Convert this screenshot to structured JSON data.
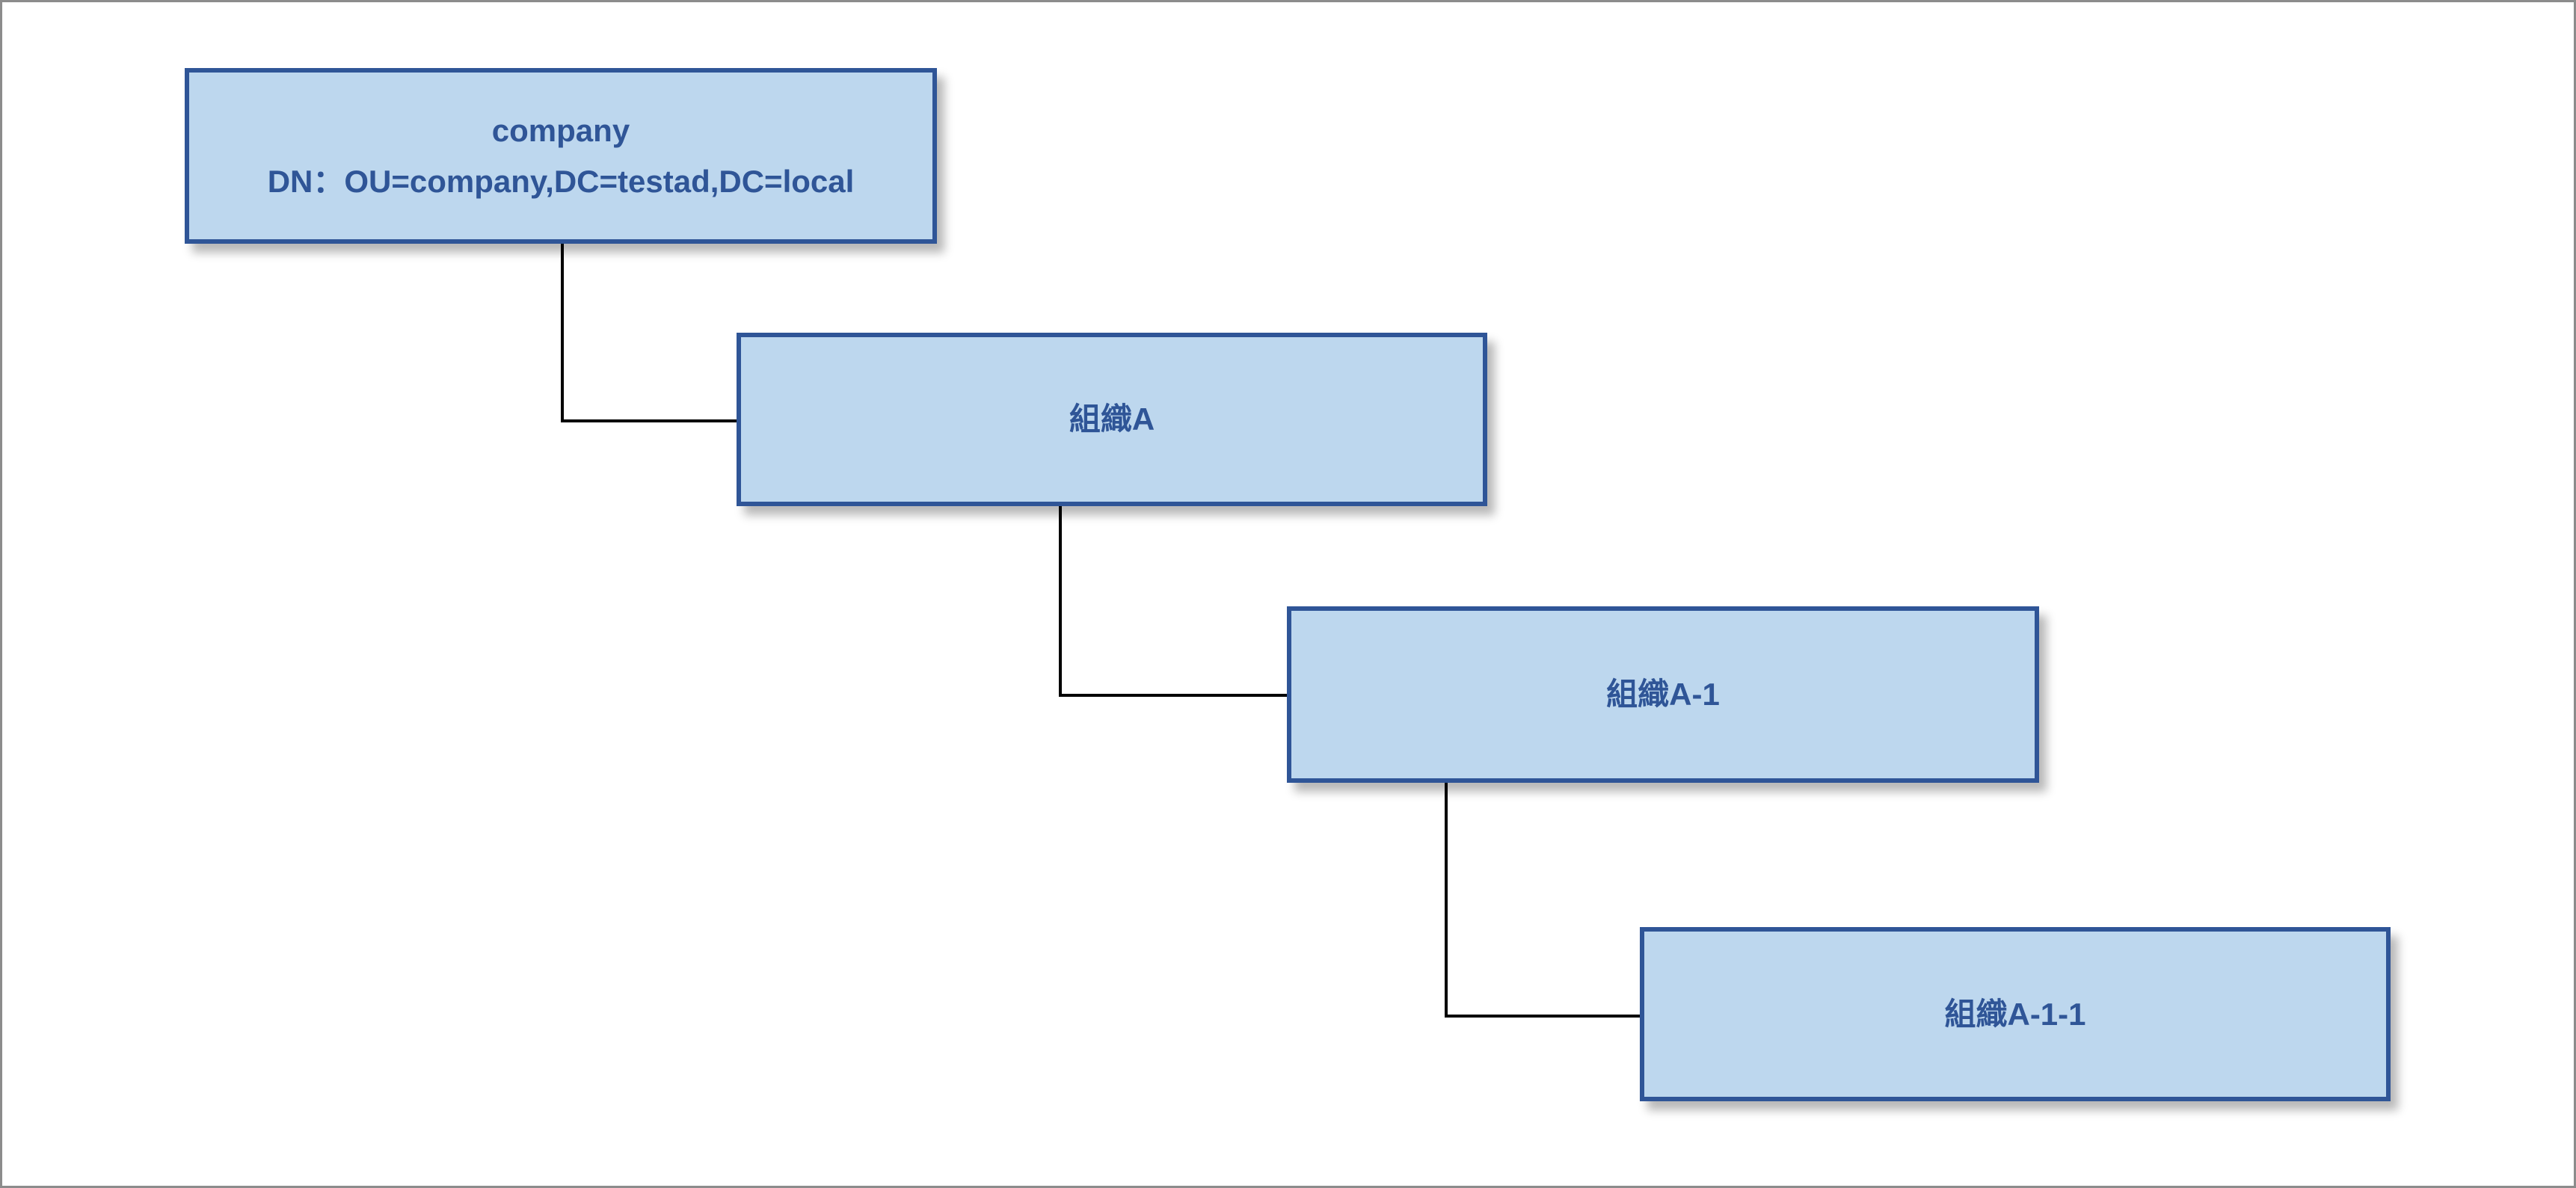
{
  "colors": {
    "box_fill": "#BDD7EE",
    "box_border": "#2F5597",
    "text": "#2F5597",
    "connector": "#000000"
  },
  "nodes": [
    {
      "title": "company",
      "subtitle": "DN：OU=company,DC=testad,DC=local"
    },
    {
      "title": "組織A"
    },
    {
      "title": "組織A-1"
    },
    {
      "title": "組織A-1-1"
    }
  ]
}
